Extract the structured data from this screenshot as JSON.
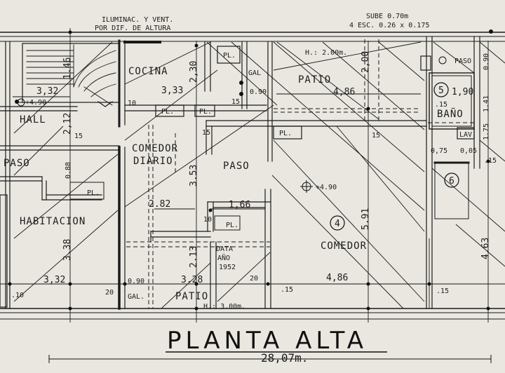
{
  "title": "PLANTA ALTA",
  "total_width": "28,07m.",
  "notes": {
    "lighting": "ILUMINAC. Y VENT.",
    "lighting2": "POR DIF. DE ALTURA",
    "stairs1": "SUBE 0.70m",
    "stairs2": "4 ESC. 0.26 x 0.175",
    "patio_height": "H.: 2.00m.",
    "patio2_height": "H.: 3.00m.",
    "date1": "DATA",
    "date2": "AÑO",
    "date3": "1952",
    "paso_right": "PASO"
  },
  "rooms": {
    "cocina": "COCINA",
    "gal1": "GAL",
    "patio1": "PATIO",
    "hall": "HALL",
    "comedor_diario1": "COMEDOR",
    "comedor_diario2": "DIARIO",
    "paso1": "PASO",
    "paso2": "PASO",
    "habitacion": "HABITACION",
    "comedor": "COMEDOR",
    "gal2": "GAL.",
    "patio2": "PATIO",
    "bano": "BAÑO",
    "pl1": "PL.",
    "pl2": "PL.",
    "pl3": "PL.",
    "pl4": "PL.",
    "pl5": "PL.",
    "pl6": "PL.",
    "lav": "LAV."
  },
  "room_numbers": {
    "r4": "4",
    "r5": "5",
    "r6": "6"
  },
  "dimensions": {
    "d146": "1.46",
    "d332a": "3,32",
    "d333": "3,33",
    "d230": "2,30",
    "d090a": "0.90",
    "d486a": "4,86",
    "d200": "2,00",
    "d190": "1,90",
    "d212": "2,12",
    "d088": "0.88",
    "d353": "3.53",
    "d282": "2.82",
    "d166": "1,66",
    "d591": "5.91",
    "d338": "3.38",
    "d332b": "3,32",
    "d213": "2.13",
    "d328": "3.28",
    "d486b": "4,86",
    "d090b": "0.90",
    "d463": "4.63",
    "d090c": "0.90",
    "d141": "1.41",
    "d175": "1.75",
    "lvl490a": "+4.90",
    "lvl490b": "+4.90",
    "e1": "10",
    "e2": "15",
    "e3": "15",
    "e4": ".15",
    "e5": "15",
    "e6": "10",
    "e7": ".10",
    "e8": "20",
    "e9": ".15",
    "e10": "20",
    "e11": ".15",
    "e12": "0,75",
    "e13": "0,05",
    "e14": ".15",
    "e15": "15"
  }
}
